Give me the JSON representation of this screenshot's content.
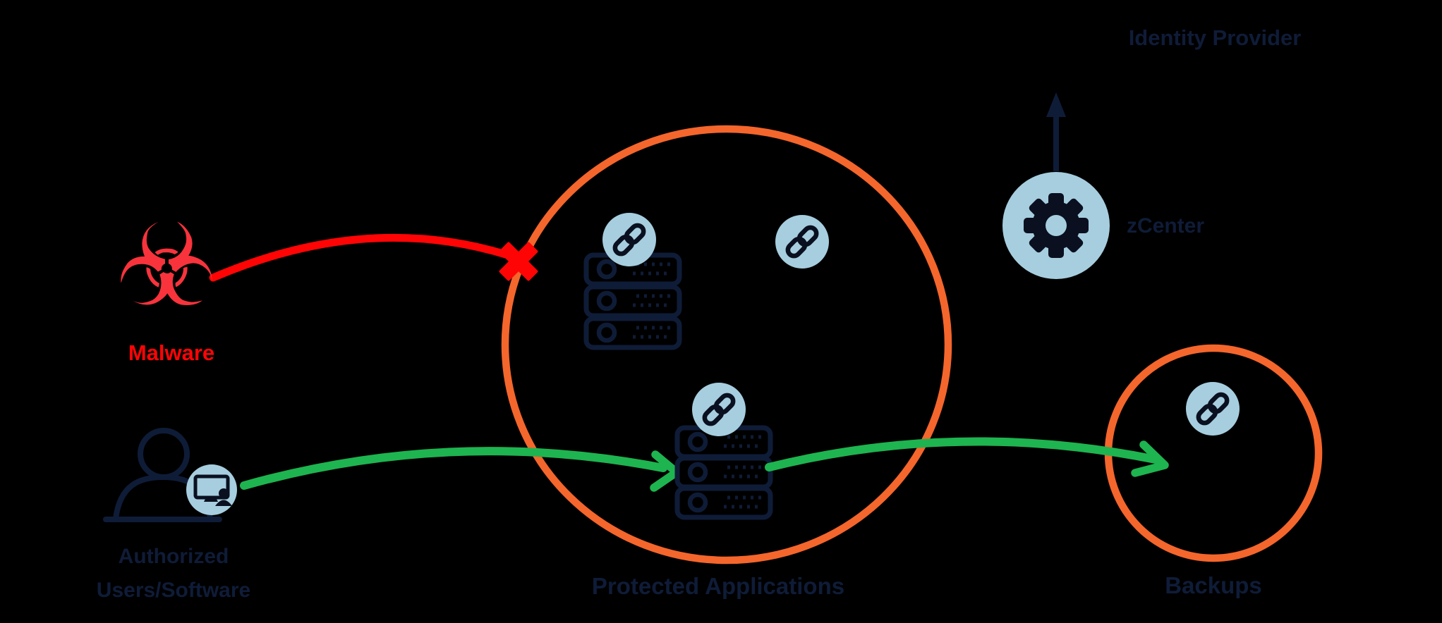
{
  "colors": {
    "background": "#000000",
    "orange": "#F4662C",
    "red": "#FF0404",
    "malware_icon_red": "#F8333C",
    "green": "#1EB450",
    "navy": "#0F1C38",
    "icon_dark": "#0A101F",
    "light_blue": "#A6CEDF"
  },
  "labels": {
    "identity_provider": "Identity Provider",
    "zcenter": "zCenter",
    "malware": "Malware",
    "authorized_users": "Authorized\nUsers/Software",
    "protected_applications": "Protected Applications",
    "backups": "Backups"
  },
  "icons": {
    "biohazard_glyph": "☣"
  },
  "connections": [
    {
      "from": "Malware",
      "to": "Protected Applications",
      "style": "red curved line",
      "result": "blocked-x"
    },
    {
      "from": "Authorized Users/Software",
      "to": "Protected Applications",
      "style": "green curved arrow",
      "result": "allowed"
    },
    {
      "from": "Protected Applications",
      "to": "Backups",
      "style": "green curved arrow",
      "result": "allowed"
    },
    {
      "from": "zCenter",
      "to": "Identity Provider",
      "style": "navy straight arrow",
      "result": "connected"
    }
  ]
}
